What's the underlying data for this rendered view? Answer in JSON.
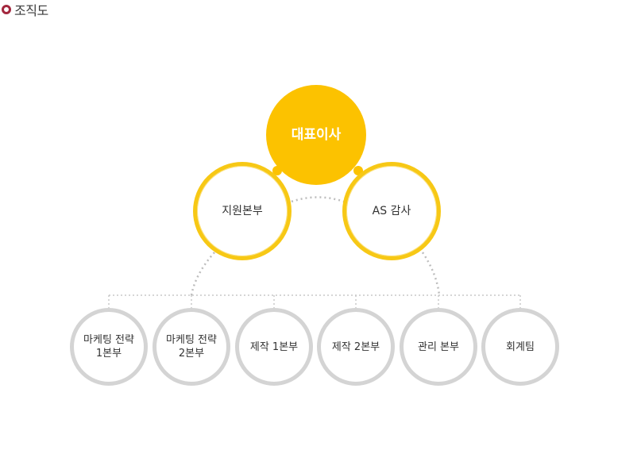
{
  "header": {
    "title": "조직도"
  },
  "org": {
    "ceo": "대표이사",
    "level2": [
      {
        "label": "지원본부"
      },
      {
        "label": "AS 감사"
      }
    ],
    "departments": [
      {
        "label": "마케팅 전략\n1본부"
      },
      {
        "label": "마케팅 전략\n2본부"
      },
      {
        "label": "제작 1본부"
      },
      {
        "label": "제작 2본부"
      },
      {
        "label": "관리 본부"
      },
      {
        "label": "회계팀"
      }
    ]
  },
  "colors": {
    "ceo_fill": "#fcc200",
    "level2_border": "#f7c815",
    "dept_border": "#d4d4d4",
    "title_ring": "#a3273e",
    "connector": "#c8c8c8"
  }
}
